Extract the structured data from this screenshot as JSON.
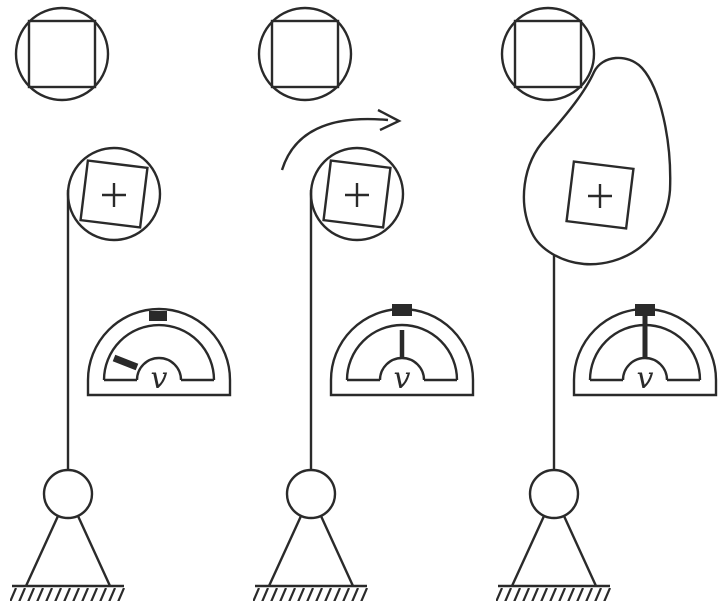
{
  "colors": {
    "stroke": "#2a2a2a",
    "background": "#ffffff",
    "marker_fill": "#2a2a2a"
  },
  "panels": [
    {
      "id": "left",
      "upper_box_icon": "square-in-circle-icon",
      "lower_box_icon": "plus-square-in-circle-icon",
      "lower_shape": "circle",
      "rotation_arrow": false,
      "gauge": {
        "symbol": "v",
        "needle": "tilted-left"
      }
    },
    {
      "id": "middle",
      "upper_box_icon": "square-in-circle-icon",
      "lower_box_icon": "plus-square-in-circle-icon",
      "lower_shape": "circle",
      "rotation_arrow": true,
      "gauge": {
        "symbol": "v",
        "needle": "vertical"
      }
    },
    {
      "id": "right",
      "upper_box_icon": "square-in-circle-icon",
      "lower_box_icon": "plus-square-in-teardrop-icon",
      "lower_shape": "teardrop",
      "rotation_arrow": false,
      "gauge": {
        "symbol": "v",
        "needle": "vertical"
      }
    }
  ]
}
